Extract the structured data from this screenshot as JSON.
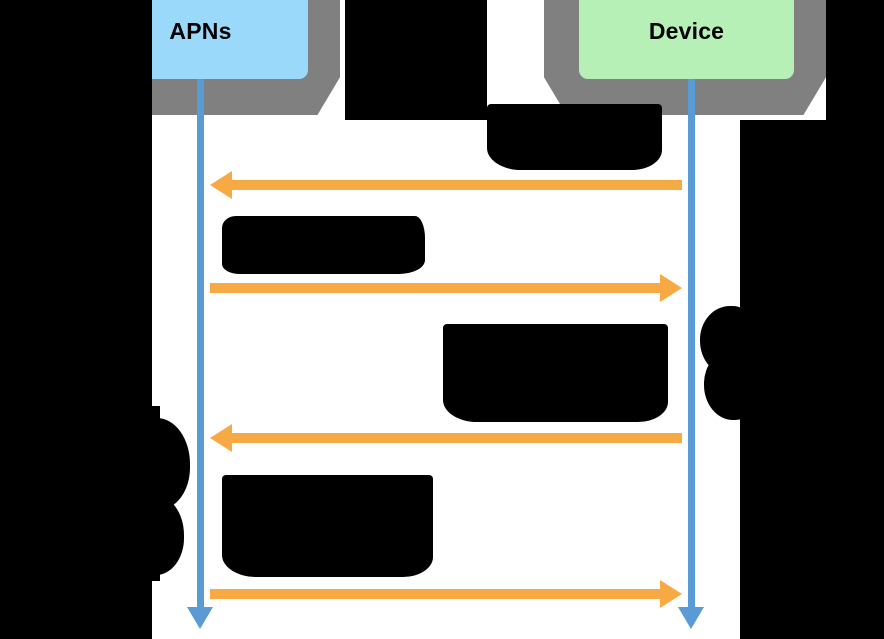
{
  "diagram": {
    "type": "sequence-diagram",
    "background_color": "#000000",
    "plate_color": "#ffffff",
    "participants": [
      {
        "id": "apns",
        "label": "APNs",
        "fill_color": "#9bd9fb",
        "shell_color": "#808080",
        "lifeline_color": "#5b9bd5"
      },
      {
        "id": "device",
        "label": "Device",
        "fill_color": "#b6f0b6",
        "shell_color": "#808080",
        "lifeline_color": "#5b9bd5"
      }
    ],
    "messages": [
      {
        "index": 1,
        "direction": "right-to-left",
        "from": "device",
        "to": "apns",
        "label": "",
        "label_redacted": true,
        "arrow_color": "#f7a944"
      },
      {
        "index": 2,
        "direction": "left-to-right",
        "from": "apns",
        "to": "device",
        "label": "",
        "label_redacted": true,
        "arrow_color": "#f7a944"
      },
      {
        "index": 3,
        "direction": "right-to-left",
        "from": "device",
        "to": "apns",
        "label": "",
        "label_redacted": true,
        "arrow_color": "#f7a944"
      },
      {
        "index": 4,
        "direction": "left-to-right",
        "from": "apns",
        "to": "device",
        "label": "",
        "label_redacted": true,
        "arrow_color": "#f7a944"
      }
    ],
    "redaction_note": "All message labels and side annotations are obscured by solid black redaction marks."
  }
}
